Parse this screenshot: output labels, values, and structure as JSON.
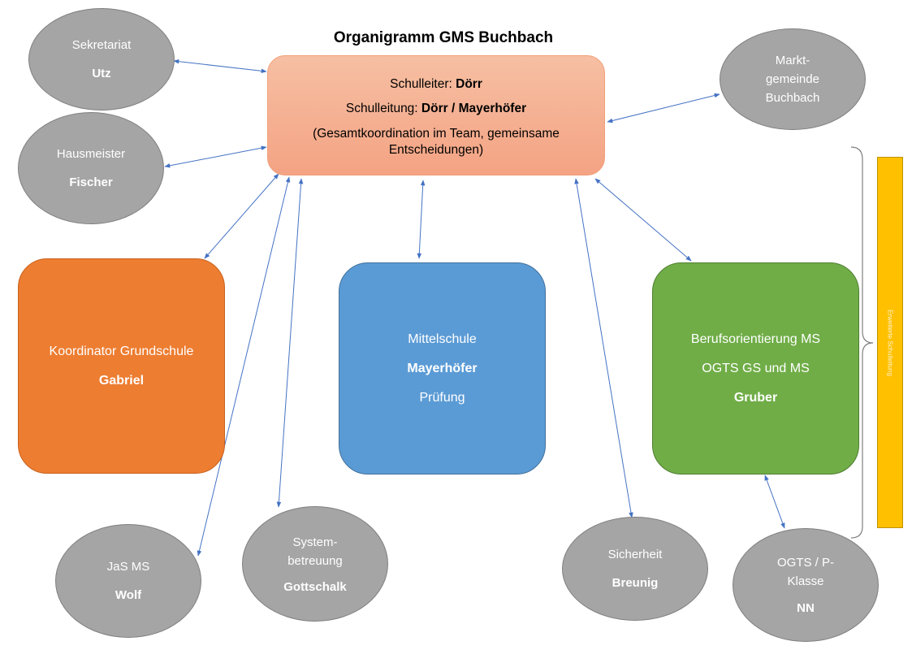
{
  "title": "Organigramm GMS Buchbach",
  "leadership": {
    "schulleiter_label": "Schulleiter: ",
    "schulleiter_name": "Dörr",
    "schulleitung_label": "Schulleitung: ",
    "schulleitung_name": "Dörr / Mayerhöfer",
    "note_line1": "(Gesamtkoordination im Team, gemeinsame",
    "note_line2": "Entscheidungen)"
  },
  "sekretariat": {
    "role": "Sekretariat",
    "name": "Utz"
  },
  "hausmeister": {
    "role": "Hausmeister",
    "name": "Fischer"
  },
  "marktgemeinde": {
    "line1": "Markt-",
    "line2": "gemeinde",
    "line3": "Buchbach"
  },
  "grundschule": {
    "role": "Koordinator Grundschule",
    "name": "Gabriel"
  },
  "mittelschule": {
    "role": "Mittelschule",
    "name": "Mayerhöfer",
    "extra": "Prüfung"
  },
  "berufsorientierung": {
    "line1": "Berufsorientierung MS",
    "line2": "OGTS GS und MS",
    "name": "Gruber"
  },
  "jas": {
    "role": "JaS MS",
    "name": "Wolf"
  },
  "systembetreuung": {
    "line1": "System-",
    "line2": "betreuung",
    "name": "Gottschalk"
  },
  "sicherheit": {
    "role": "Sicherheit",
    "name": "Breunig"
  },
  "ogts_klasse": {
    "line1": "OGTS / P-",
    "line2": "Klasse",
    "name": "NN"
  },
  "extended_leadership": {
    "label": "Erweiterte Schulleitung"
  },
  "colors": {
    "leader_fill": "#f4b183",
    "grundschule_fill": "#ed7d31",
    "mittelschule_fill": "#5b9bd5",
    "berufsorientierung_fill": "#70ad47",
    "ellipse_fill": "#a5a5a5",
    "bar_fill": "#ffc000",
    "arrow": "#4472c4"
  }
}
